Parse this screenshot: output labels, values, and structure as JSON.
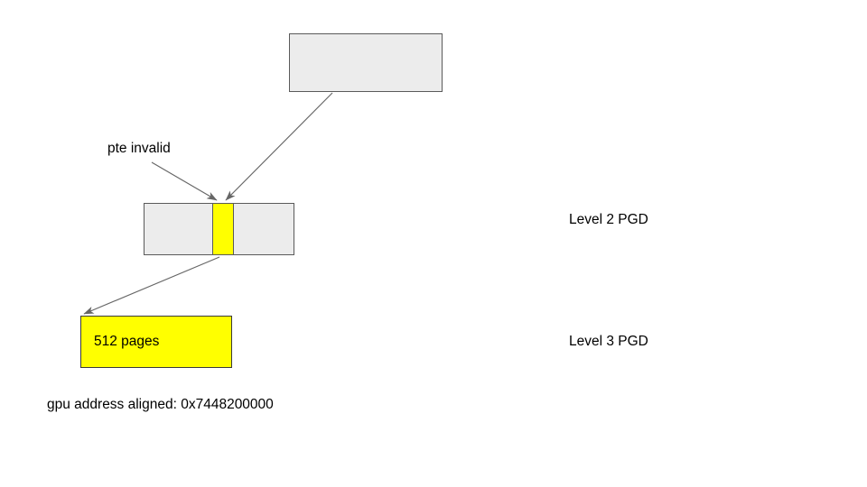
{
  "diagram": {
    "title": "GPU page table mapping diagram",
    "colors": {
      "box_fill": "#ececec",
      "box_stroke": "#5a5a5a",
      "highlight_fill": "#ffff00",
      "highlight_stroke": "#3a3a3a",
      "arrow_stroke": "#666666",
      "text": "#000000"
    },
    "top_box": {
      "label": ""
    },
    "level2_row": {
      "cells": [
        {
          "label": "",
          "state": "valid"
        },
        {
          "label": "",
          "state": "invalid"
        },
        {
          "label": "",
          "state": "valid"
        }
      ]
    },
    "leaf_box": {
      "label": "512 pages"
    },
    "annotations": {
      "pte_invalid": "pte invalid",
      "gpu_address": "gpu address aligned: 0x7448200000"
    },
    "level_labels": [
      {
        "label": "Level 2 PGD"
      },
      {
        "label": "Level 3 PGD"
      }
    ]
  }
}
